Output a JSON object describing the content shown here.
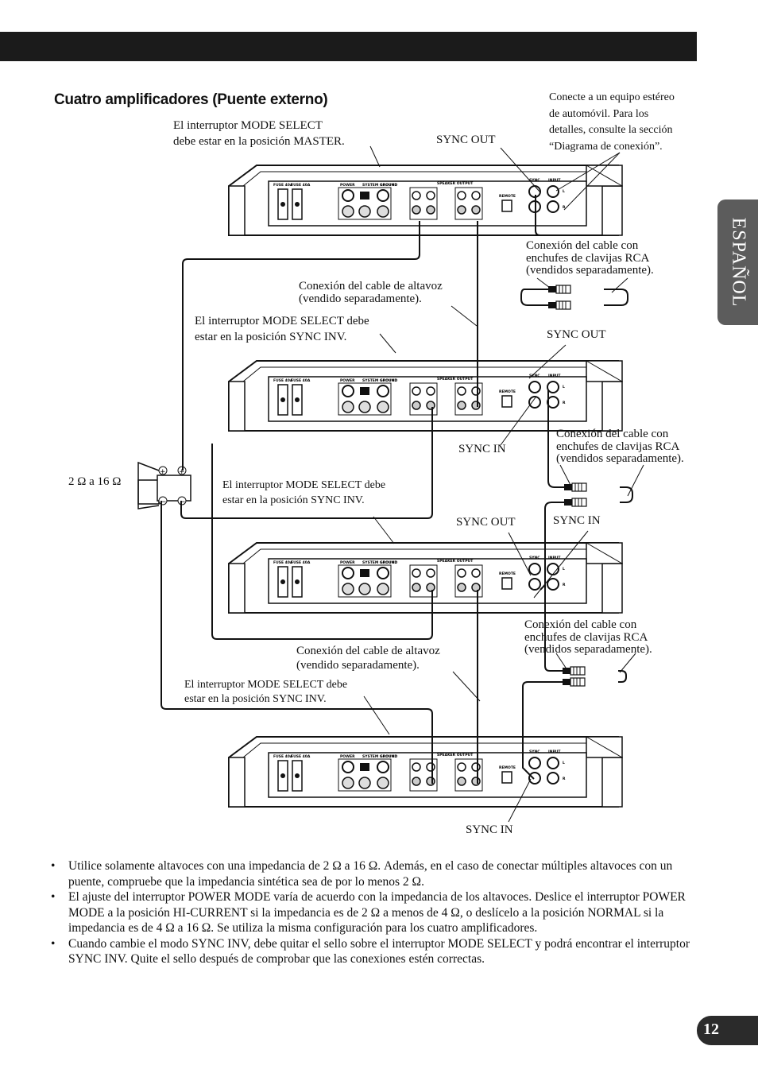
{
  "language_tab": "ESPAÑOL",
  "page_number": "12",
  "section_title": "Cuatro amplificadores (Puente externo)",
  "labels": {
    "stereo_note": [
      "Conecte a un equipo estéreo",
      "de automóvil. Para los",
      "detalles, consulte la sección",
      "“Diagrama de conexión”."
    ],
    "master_switch": [
      "El interruptor MODE SELECT",
      "debe estar en la posición MASTER."
    ],
    "sync_out_1": "SYNC OUT",
    "rca_1": [
      "Conexión del cable con",
      "enchufes de clavijas RCA",
      "(vendidos separadamente)."
    ],
    "speaker_cable_1": [
      "Conexión del cable de altavoz",
      "(vendido separadamente)."
    ],
    "sync_inv_1": [
      "El interruptor MODE SELECT debe",
      "estar en la posición SYNC INV."
    ],
    "sync_out_2": "SYNC OUT",
    "sync_in_2": "SYNC IN",
    "rca_2": [
      "Conexión del cable con",
      "enchufes de clavijas RCA",
      "(vendidos separadamente)."
    ],
    "impedance": "2 Ω a 16 Ω",
    "sync_inv_2": [
      "El interruptor MODE SELECT debe",
      "estar en la posición SYNC INV."
    ],
    "sync_out_3": "SYNC OUT",
    "sync_in_3": "SYNC IN",
    "rca_3": [
      "Conexión del cable con",
      "enchufes de clavijas RCA",
      "(vendidos separadamente)."
    ],
    "speaker_cable_2": [
      "Conexión del cable de altavoz",
      "(vendido separadamente)."
    ],
    "sync_inv_3": [
      "El interruptor MODE SELECT debe",
      "estar en la posición SYNC INV."
    ],
    "sync_in_4": "SYNC IN"
  },
  "amp_panel": {
    "fuse_1": "FUSE 40A",
    "fuse_2": "FUSE 40A",
    "power": "POWER",
    "system_ground": "SYSTEM GROUND",
    "ground": "GROUND",
    "speaker_output": "SPEAKER OUTPUT",
    "remote": "REMOTE",
    "sync": "SYNC",
    "input": "INPUT",
    "ch_l": "L",
    "ch_r": "R"
  },
  "notes": [
    "Utilice solamente altavoces con una impedancia de 2 Ω a 16 Ω. Además, en el caso de conectar múltiples altavoces con un puente, compruebe que la impedancia sintética sea de por lo menos 2 Ω.",
    "El ajuste del interruptor POWER MODE varía de acuerdo con la impedancia de los altavoces. Deslice el interruptor POWER MODE a la posición HI-CURRENT si la impedancia es de 2 Ω a menos de 4 Ω, o deslícelo a la posición NORMAL si la impedancia es de 4 Ω a 16 Ω. Se utiliza la misma configuración para los cuatro amplificadores.",
    "Cuando cambie el modo SYNC INV, debe quitar el sello sobre el interruptor MODE SELECT y podrá encontrar el interruptor SYNC INV. Quite el sello después de comprobar que las conexiones estén correctas."
  ]
}
